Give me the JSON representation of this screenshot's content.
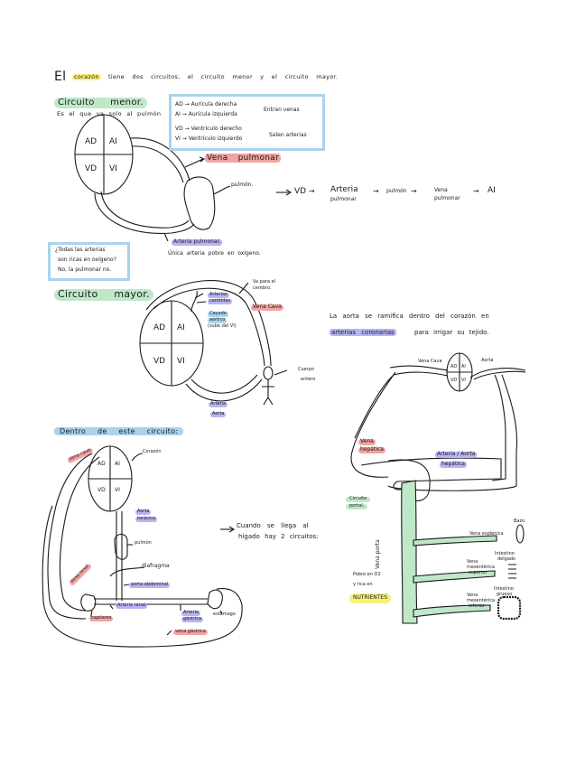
{
  "intro": {
    "prefix": "El",
    "highlight": "corazón",
    "rest": "tiene dos circuitos, el circuito menor y el circuito mayor."
  },
  "circuito_menor": {
    "title": "Circuito menor.",
    "subtitle": "Es el que va solo al pulmón",
    "legend_box": {
      "lines": [
        "AD → Aurícula derecha",
        "AI → Aurícula izquierda",
        "VD → Ventrículo derecho",
        "VI → Ventrículo izquierdo"
      ],
      "brace_top": "Entran venas",
      "brace_bottom": "Salen arterias"
    },
    "heart_chambers": [
      "AD",
      "AI",
      "VD",
      "VI"
    ],
    "vena_pulmonar": "Vena pulmonar",
    "pulmon": "pulmón.",
    "arteria_pulmonar": "Arteria pulmonar.",
    "arteria_note": "Única arteria pobre en oxígeno.",
    "flow": {
      "start": "VD",
      "step1": "Arteria",
      "step1b": "pulmonar",
      "step2": "pulmón",
      "step3": "Vena",
      "step3b": "pulmonar",
      "end": "AI"
    },
    "question_box": {
      "line1": "¿Todas las arterias",
      "line2": "son ricas en oxígeno?",
      "line3": "No, la pulmonar no."
    }
  },
  "circuito_mayor": {
    "title": "Circuito mayor.",
    "heart_chambers": [
      "AD",
      "AI",
      "VD",
      "VI"
    ],
    "va_cerebro": "Va para el",
    "va_cerebro2": "cerebro.",
    "arterias_carotidas_1": "Arterias",
    "arterias_carotidas_2": "carótidas",
    "vena_cava": "Vena Cava",
    "cayado_1": "Cayado",
    "cayado_2": "aórtico",
    "cayado_3": "(sube del VI)",
    "cuerpo_1": "Cuerpo",
    "cuerpo_2": "entero",
    "arteria_aorta_1": "Arteria",
    "arteria_aorta_2": "Aorta"
  },
  "coronarias": {
    "line1": "La aorta se ramifica dentro del corazón en",
    "highlight": "arterias coronarias",
    "line2_rest": "para irrigar su tejido."
  },
  "dentro_circuito": {
    "title": "Dentro de este circuito:",
    "vena_cava": "Vena cava",
    "corazon": "Corazón",
    "heart_chambers": [
      "AD",
      "AI",
      "VD",
      "VI"
    ],
    "aorta_toracica_1": "Aorta",
    "aorta_toracica_2": "torácica",
    "pulmon": "pulmón",
    "diafragma": "diafragma",
    "vena_renal": "Vena renal",
    "aorta_abdominal": "aorta abdominal",
    "arteria_renal": "Arteria renal",
    "arteria_gastrica_1": "Arteria",
    "arteria_gastrica_2": "gástrica",
    "estomago": "estómago",
    "capilares": "capilares",
    "vena_gastrica": "vena gástrica"
  },
  "higado_note": {
    "line1": "Cuando se llega al",
    "line2": "hígado hay 2 circuitos:"
  },
  "hepatico": {
    "vena_cava": "Vena Cava",
    "aorta": "Aorta",
    "heart_chambers": [
      "AD",
      "AI",
      "VD",
      "VI"
    ],
    "vena_hepatica_1": "Vena",
    "vena_hepatica_2": "hepática",
    "arteria_hepatica_1": "Arteria / Aorta",
    "arteria_hepatica_2": "hepática",
    "circuito_portal_1": "Circuito",
    "circuito_portal_2": "portal.",
    "vena_porta": "Vena porta",
    "pobre_1": "Pobre en O2",
    "pobre_2": "y rica en",
    "nutrientes": "NUTRIENTES",
    "bazo": "Bazo",
    "vena_esplenica": "Vena esplénica",
    "intestino_delgado_1": "Intestino",
    "intestino_delgado_2": "delgado",
    "mesenterica_sup_1": "Vena",
    "mesenterica_sup_2": "mesentérica",
    "mesenterica_sup_3": "superior",
    "intestino_grueso_1": "Intestino",
    "intestino_grueso_2": "grueso",
    "mesenterica_inf_1": "Vena",
    "mesenterica_inf_2": "mesentérica",
    "mesenterica_inf_3": "inferior"
  }
}
